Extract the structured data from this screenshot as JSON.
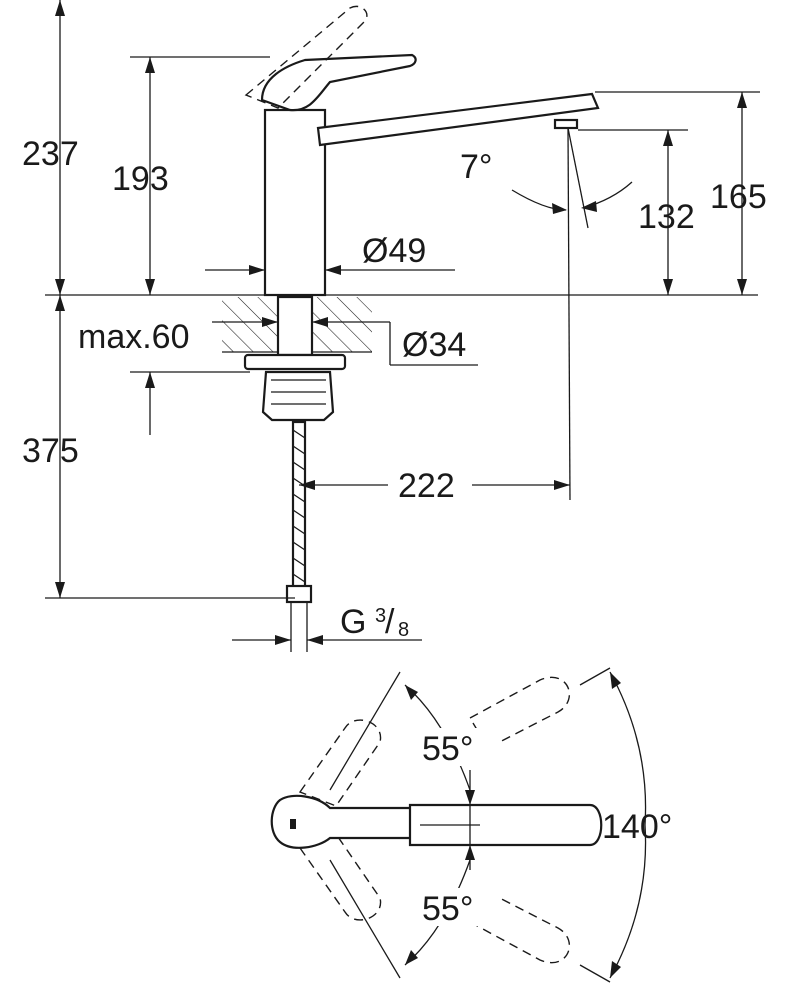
{
  "dimensions": {
    "total_height": "237",
    "lever_height": "193",
    "spout_height": "165",
    "outlet_height": "132",
    "spout_angle": "7°",
    "body_diameter": "Ø49",
    "hole_diameter": "Ø34",
    "max_thickness": "max.60",
    "hose_length": "375",
    "spout_reach": "222",
    "thread_base": "G",
    "thread_num": "3",
    "thread_den": "8",
    "swivel_angle_top": "55°",
    "swivel_angle_bottom": "55°",
    "swivel_total": "140°"
  },
  "colors": {
    "ink": "#1a1a1a",
    "paper": "#ffffff"
  }
}
